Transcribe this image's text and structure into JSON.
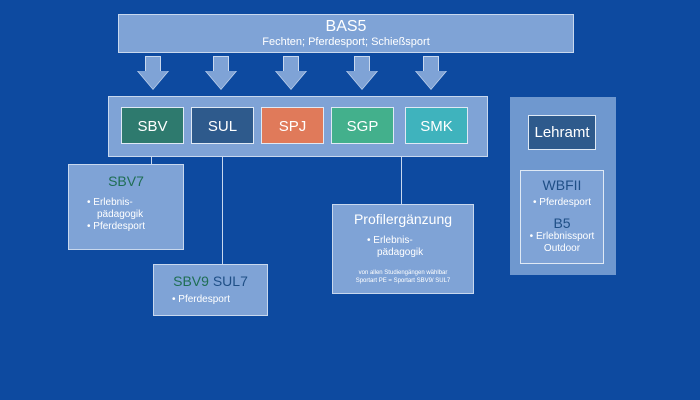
{
  "bas5": {
    "title": "BAS5",
    "subtitle": "Fechten; Pferdesport; Schießsport"
  },
  "programs": {
    "sbv": "SBV",
    "sul": "SUL",
    "spj": "SPJ",
    "sgp": "SGP",
    "smk": "SMK",
    "colors": {
      "sbv": "#2e7a6e",
      "sul": "#2e5a8c",
      "spj": "#e07a5a",
      "sgp": "#43b08c",
      "smk": "#3fb3bd"
    }
  },
  "sbv7": {
    "title": "SBV7",
    "bullet1_line1": "• Erlebnis-",
    "bullet1_line2": "pädagogik",
    "bullet2": "• Pferdesport"
  },
  "sbv9": {
    "title_a": "SBV9",
    "title_b": "SUL7",
    "bullet1": "• Pferdesport"
  },
  "profil": {
    "title": "Profilergänzung",
    "bullet1_line1": "• Erlebnis-",
    "bullet1_line2": "pädagogik",
    "note_line1": "von allen Studiengängen wählbar",
    "note_line2": "Sportart PE = Sportart SBV9/ SUL7"
  },
  "lehramt": {
    "title": "Lehramt",
    "wbf": "WBFII",
    "wbf_bullet": "• Pferdesport",
    "b5": "B5",
    "b5_bullet1": "• Erlebnissport",
    "b5_bullet2": "Outdoor"
  },
  "colors": {
    "background": "#0d4aa0",
    "box": "#7fa3d6",
    "dark_text": "#1f4f86",
    "green_text": "#1f6e54"
  }
}
